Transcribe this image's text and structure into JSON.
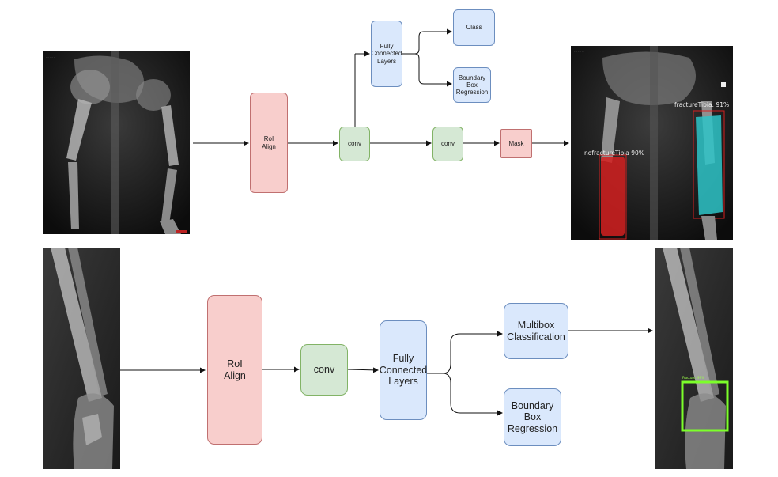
{
  "top_pipeline": {
    "roi_align": "RoI\nAlign",
    "conv1": "conv",
    "conv2": "conv",
    "mask": "Mask",
    "fc": "Fully\nConnected\nLayers",
    "class": "Class",
    "bbox": "Boundary\nBox\nRegression",
    "output_labels": {
      "no_fracture": "nofractureTibia  90%",
      "fracture": "fractureTibia: 91%"
    }
  },
  "bottom_pipeline": {
    "roi_align": "RoI\nAlign",
    "conv": "conv",
    "fc": "Fully\nConnected\nLayers",
    "multibox": "Multibox\nClassification",
    "bbox": "Boundary\nBox\nRegression",
    "output_label": "Fracture: 99%"
  },
  "colors": {
    "roi_fill": "#f8cecc",
    "conv_fill": "#d5e8d4",
    "fc_fill": "#dae8fc",
    "mask_red": "#d42020",
    "mask_cyan": "#2ec4c8",
    "box_green": "#7cff2a"
  }
}
